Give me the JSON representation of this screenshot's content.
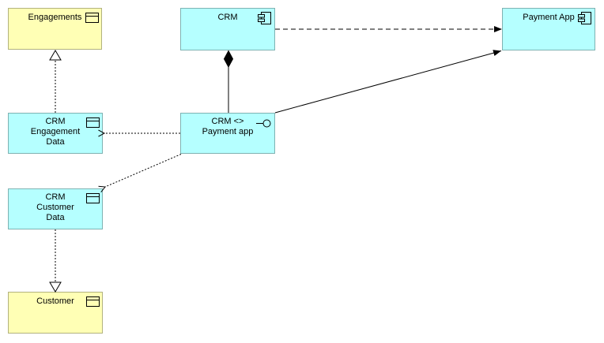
{
  "diagram": {
    "kind": "archimate-application-diagram",
    "colors": {
      "background": "#ffffff",
      "application_fill": "#b5ffff",
      "application_border": "#7eb2b2",
      "object_fill": "#ffffb5",
      "object_border": "#b2b27e",
      "line": "#000000"
    },
    "nodes": {
      "engagements": {
        "label": "Engagements",
        "type": "business-object",
        "icon": "object-icon"
      },
      "crm": {
        "label": "CRM",
        "type": "application-component",
        "icon": "component-icon"
      },
      "payment_app": {
        "label": "Payment App",
        "type": "application-component",
        "icon": "component-icon"
      },
      "crm_engagement_data": {
        "label": "CRM\nEngagement\nData",
        "type": "data-object",
        "icon": "object-icon"
      },
      "crm_payment_interface": {
        "label": "CRM <>\nPayment app",
        "type": "application-interface",
        "icon": "interface-lollipop-icon"
      },
      "crm_customer_data": {
        "label": "CRM\nCustomer\nData",
        "type": "data-object",
        "icon": "object-icon"
      },
      "customer": {
        "label": "Customer",
        "type": "business-object",
        "icon": "object-icon"
      }
    },
    "relations": [
      {
        "from": "crm_engagement_data",
        "to": "engagements",
        "style": "dotted",
        "arrowhead": "hollow-triangle",
        "type": "realization"
      },
      {
        "from": "crm",
        "to": "crm_payment_interface",
        "style": "solid",
        "arrowhead": "filled-diamond-at-source",
        "type": "composition"
      },
      {
        "from": "crm",
        "to": "payment_app",
        "style": "dashed",
        "arrowhead": "filled-arrow",
        "type": "dependency"
      },
      {
        "from": "crm_payment_interface",
        "to": "payment_app",
        "style": "solid",
        "arrowhead": "filled-arrow",
        "type": "association"
      },
      {
        "from": "crm_payment_interface",
        "to": "crm_engagement_data",
        "style": "dotted",
        "arrowhead": "open-arrow",
        "type": "access"
      },
      {
        "from": "crm_payment_interface",
        "to": "crm_customer_data",
        "style": "dotted",
        "arrowhead": "open-arrow",
        "type": "access"
      },
      {
        "from": "crm_customer_data",
        "to": "customer",
        "style": "dotted",
        "arrowhead": "hollow-triangle",
        "type": "realization"
      }
    ]
  }
}
